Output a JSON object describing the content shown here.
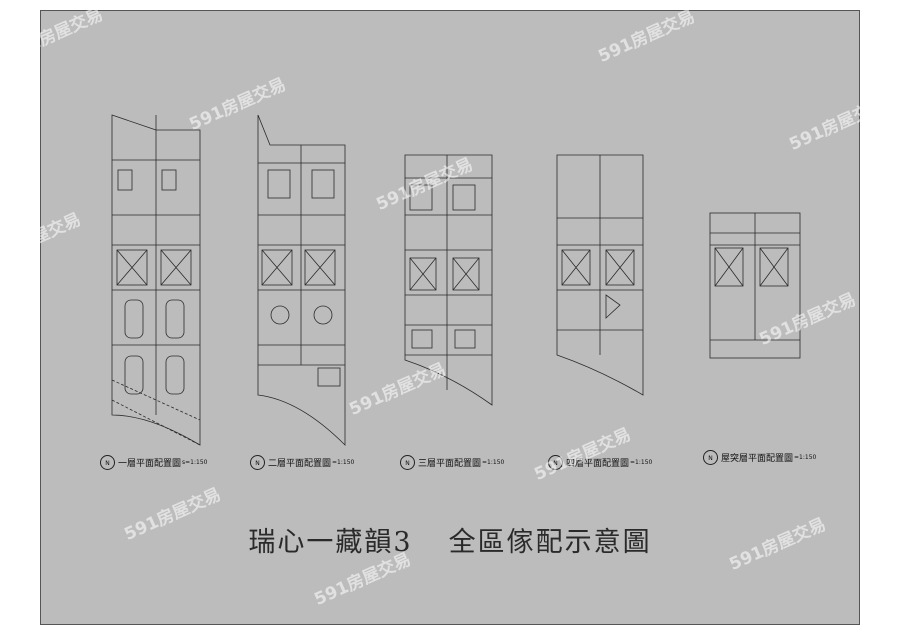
{
  "title": {
    "project": "瑞心一藏韻3",
    "subject": "全區傢配示意圖"
  },
  "floors": [
    {
      "label": "一層平面配置圖",
      "scale": "s=1:150"
    },
    {
      "label": "二層平面配置圖",
      "scale": "=1:150"
    },
    {
      "label": "三層平面配置圖",
      "scale": "=1:150"
    },
    {
      "label": "四層平面配置圖",
      "scale": "=1:150"
    },
    {
      "label": "屋突層平面配置圖",
      "scale": "=1:150"
    }
  ],
  "north_symbol": "N",
  "watermark": "591房屋交易",
  "colors": {
    "sheet": "#bcbcbc",
    "line": "#2a2a2a",
    "watermark": "#ffffff"
  }
}
